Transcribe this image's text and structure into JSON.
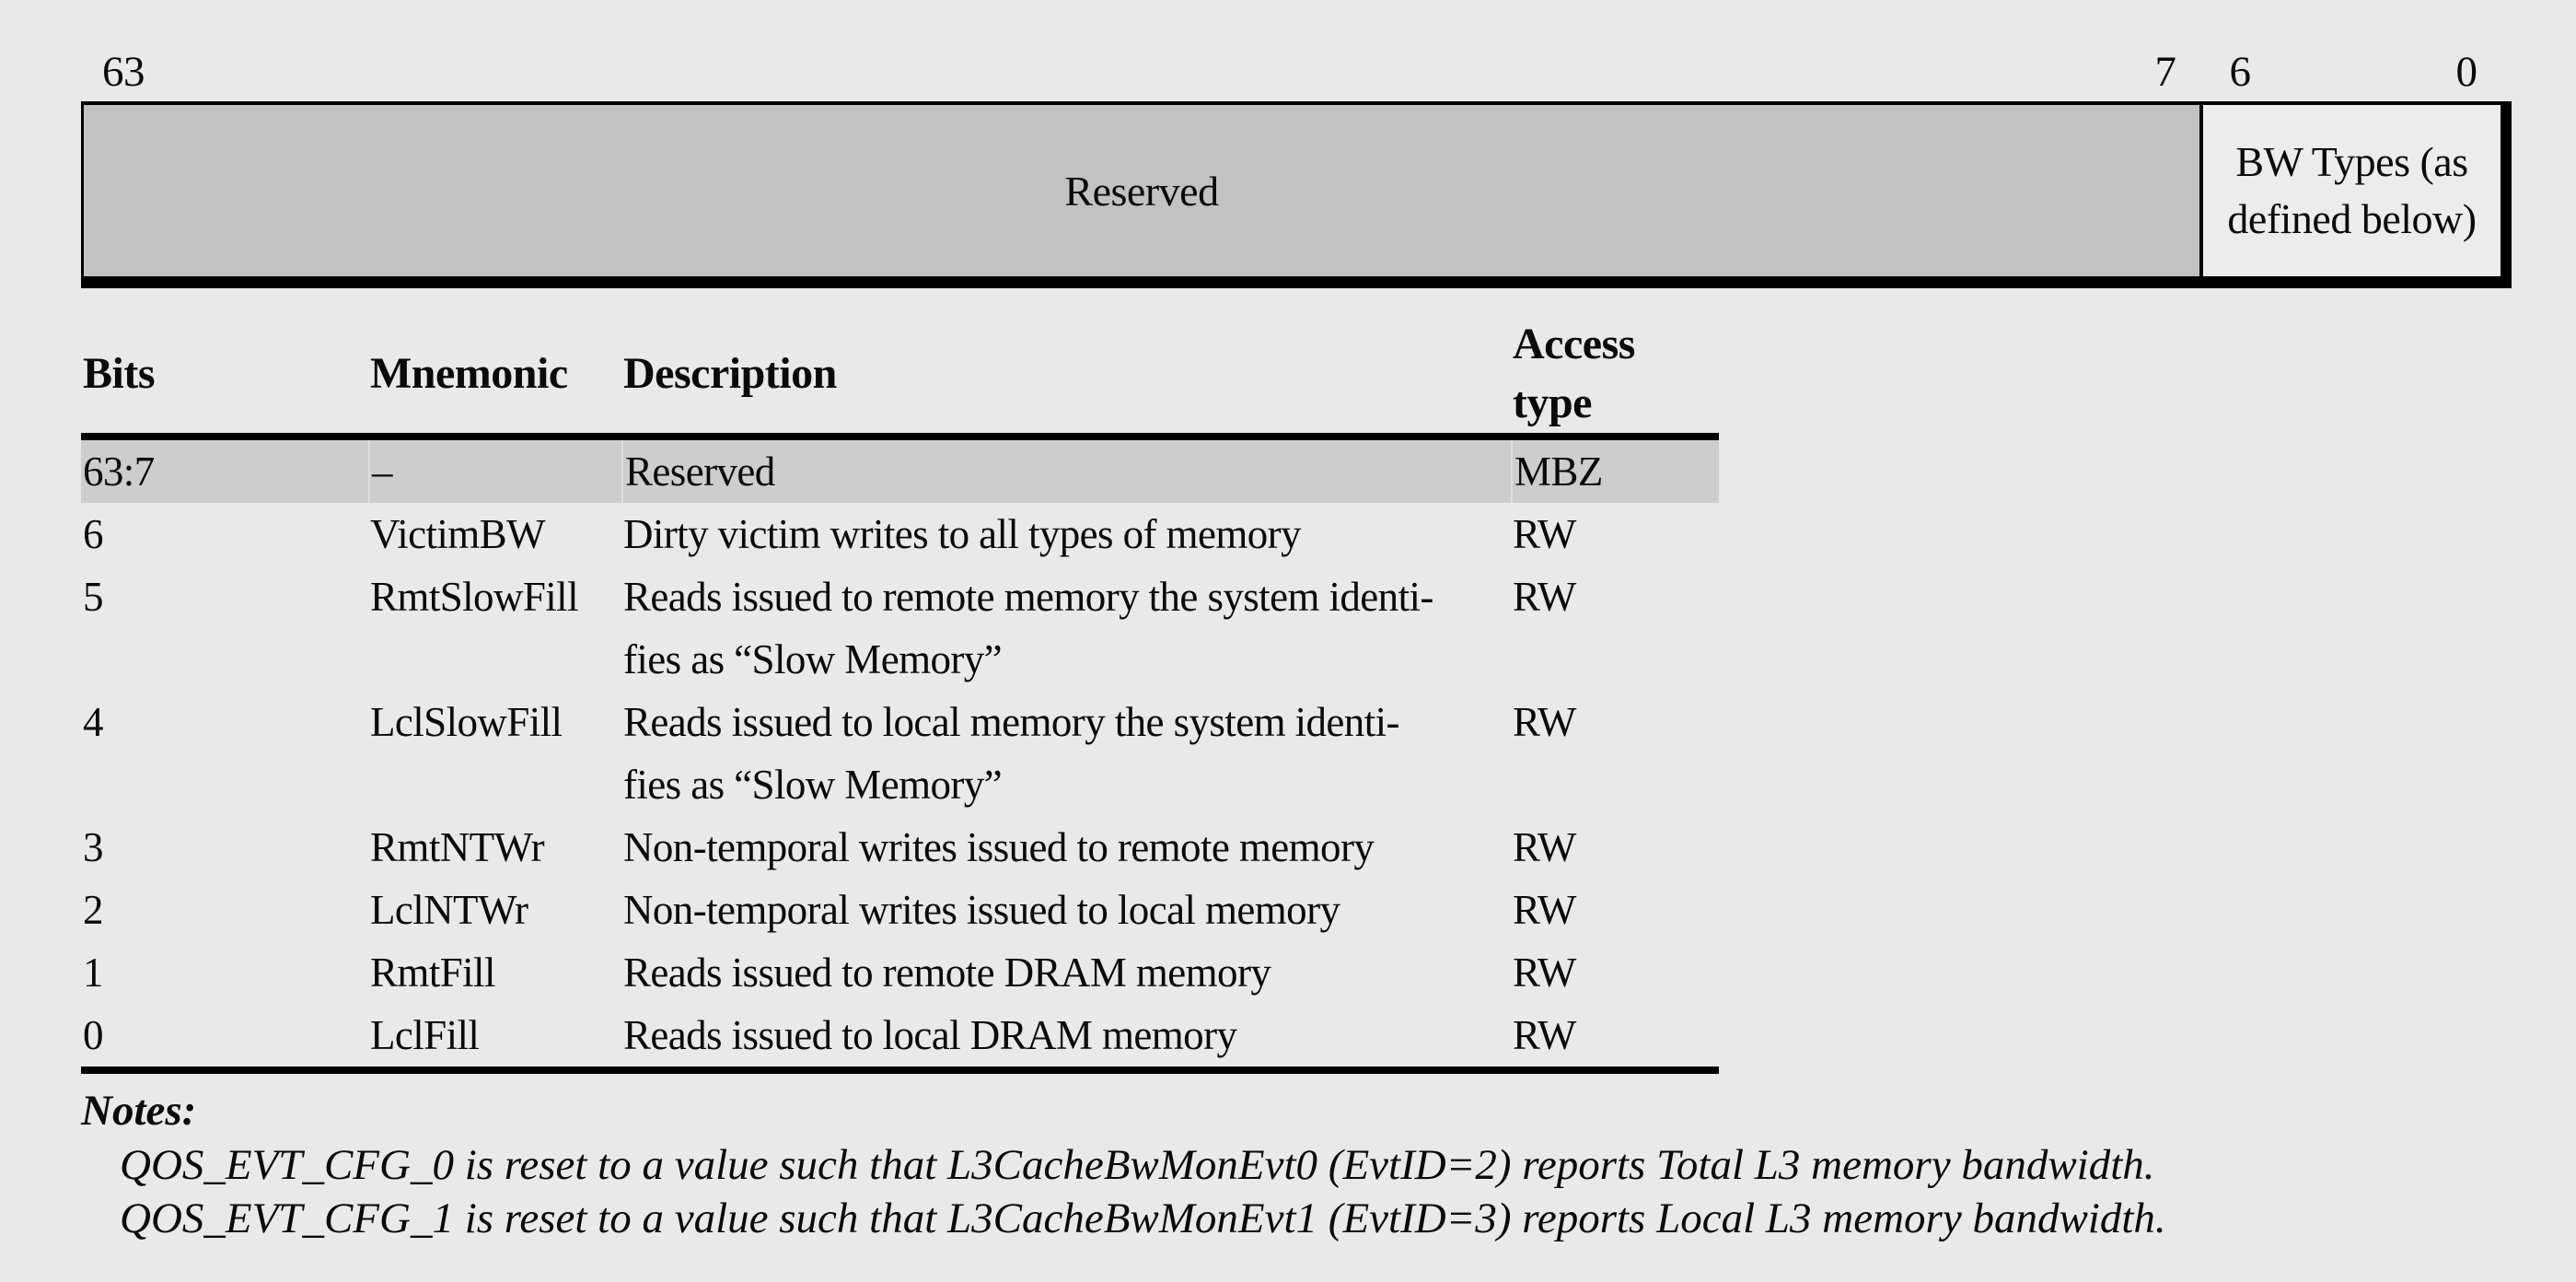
{
  "register": {
    "bit_labels": [
      {
        "text": "63"
      },
      {
        "text": "7"
      },
      {
        "text": "6"
      },
      {
        "text": "0"
      }
    ],
    "fields": [
      {
        "bits": "63:7",
        "label": "Reserved"
      },
      {
        "bits": "6:0",
        "label": "BW Types (as\ndefined below)"
      }
    ]
  },
  "table": {
    "headers": [
      "Bits",
      "Mnemonic",
      "Description",
      "Access type"
    ],
    "rows": [
      {
        "bits": "63:7",
        "mnemonic": "–",
        "description": "Reserved",
        "access": "MBZ"
      },
      {
        "bits": "6",
        "mnemonic": "VictimBW",
        "description": "Dirty victim writes to all types of memory",
        "access": "RW"
      },
      {
        "bits": "5",
        "mnemonic": "RmtSlowFill",
        "description": "Reads issued to remote memory the system identi-\nfies as “Slow Memory”",
        "access": "RW"
      },
      {
        "bits": "4",
        "mnemonic": "LclSlowFill",
        "description": "Reads issued to local memory the system identi-\nfies as “Slow Memory”",
        "access": "RW"
      },
      {
        "bits": "3",
        "mnemonic": "RmtNTWr",
        "description": "Non-temporal writes issued to remote memory",
        "access": "RW"
      },
      {
        "bits": "2",
        "mnemonic": "LclNTWr",
        "description": "Non-temporal writes issued to local memory",
        "access": "RW"
      },
      {
        "bits": "1",
        "mnemonic": "RmtFill",
        "description": "Reads issued to remote DRAM memory",
        "access": "RW"
      },
      {
        "bits": "0",
        "mnemonic": "LclFill",
        "description": "Reads issued to local DRAM memory",
        "access": "RW"
      }
    ]
  },
  "notes": {
    "title": "Notes:",
    "items": [
      "QOS_EVT_CFG_0 is reset to a value such that L3CacheBwMonEvt0 (EvtID=2) reports Total L3 memory bandwidth.",
      "QOS_EVT_CFG_1 is reset to a value such that L3CacheBwMonEvt1 (EvtID=3) reports Local L3 memory bandwidth."
    ]
  },
  "colors": {
    "background": "#e9e9e9",
    "reserved_field_fill": "#c2c2c2",
    "bw_field_fill": "#ececec",
    "highlight_row_fill": "#cdcdcd",
    "line": "#000000"
  }
}
